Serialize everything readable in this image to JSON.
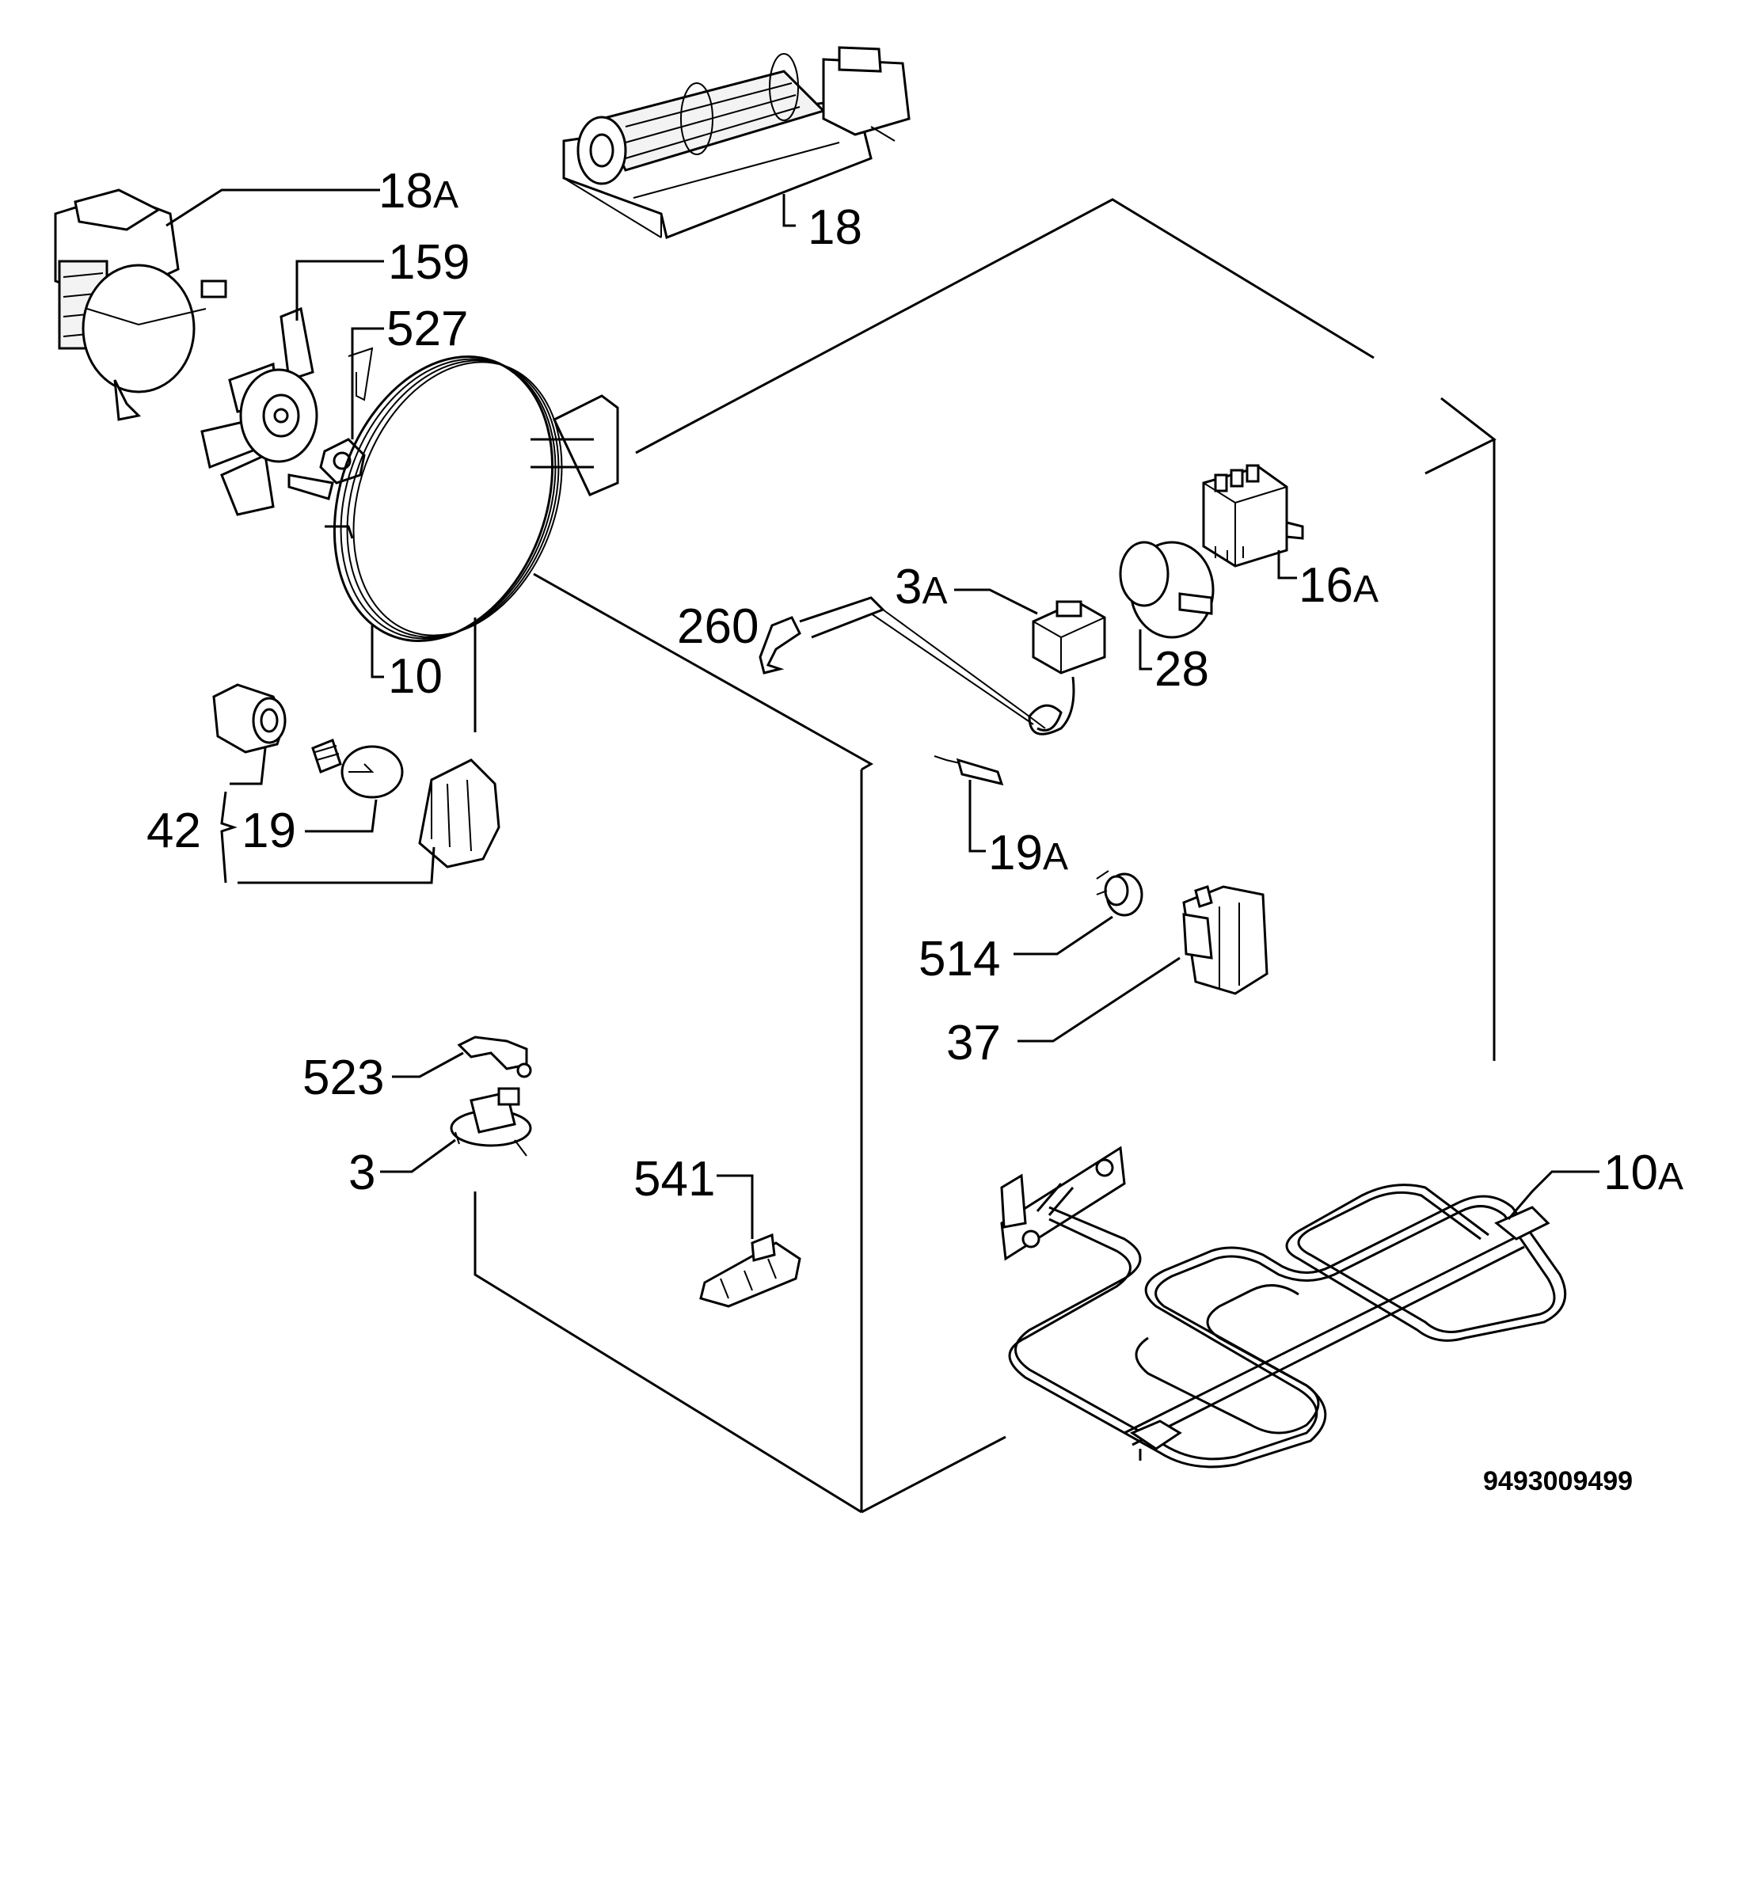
{
  "diagram": {
    "document_number": "9493009499",
    "callouts": [
      {
        "id": "18A",
        "num": "18",
        "suffix": "A"
      },
      {
        "id": "159",
        "num": "159",
        "suffix": ""
      },
      {
        "id": "527",
        "num": "527",
        "suffix": ""
      },
      {
        "id": "18",
        "num": "18",
        "suffix": ""
      },
      {
        "id": "10",
        "num": "10",
        "suffix": ""
      },
      {
        "id": "3A",
        "num": "3",
        "suffix": "A"
      },
      {
        "id": "260",
        "num": "260",
        "suffix": ""
      },
      {
        "id": "16A",
        "num": "16",
        "suffix": "A"
      },
      {
        "id": "28",
        "num": "28",
        "suffix": ""
      },
      {
        "id": "42",
        "num": "42",
        "suffix": ""
      },
      {
        "id": "19",
        "num": "19",
        "suffix": ""
      },
      {
        "id": "19A",
        "num": "19",
        "suffix": "A"
      },
      {
        "id": "514",
        "num": "514",
        "suffix": ""
      },
      {
        "id": "37",
        "num": "37",
        "suffix": ""
      },
      {
        "id": "523",
        "num": "523",
        "suffix": ""
      },
      {
        "id": "3",
        "num": "3",
        "suffix": ""
      },
      {
        "id": "541",
        "num": "541",
        "suffix": ""
      },
      {
        "id": "10A",
        "num": "10",
        "suffix": "A"
      }
    ]
  }
}
